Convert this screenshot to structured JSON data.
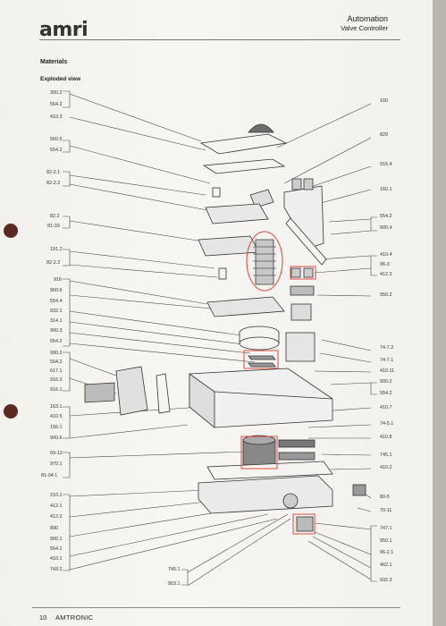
{
  "header": {
    "logo": "amri",
    "title": "Automation",
    "subtitle": "Valve Controller"
  },
  "section_title": "Materials",
  "subsection_title": "Exploded view",
  "footer": {
    "page_number": "10",
    "brand": "AMTRONIC"
  },
  "left_labels": [
    "300.2",
    "554.2",
    "410.3",
    "560.5",
    "554.2",
    "82-2.1",
    "82-2.2",
    "82.2",
    "81-33",
    "191.2",
    "82-2.2",
    "916",
    "900.6",
    "554.4",
    "932.1",
    "314.1",
    "900.3",
    "554.2",
    "990.2",
    "554.2",
    "617.1",
    "916.2",
    "916.1",
    "163.1",
    "410.5",
    "156.1",
    "900.6",
    "69-12",
    "970.1",
    "81-04.1",
    "210.1",
    "412.1",
    "412.2",
    "890",
    "900.1",
    "554.1",
    "410.1",
    "743.2"
  ],
  "right_labels": [
    "160",
    "829",
    "916.4",
    "160.1",
    "554.2",
    "900.4",
    "410.4",
    "96-3",
    "412.3",
    "950.2",
    "74-7.2",
    "74-7.1",
    "410.11",
    "900.2",
    "554.2",
    "410.7",
    "74-5.1",
    "410.8",
    "745.1",
    "410.2",
    "80-5",
    "70-11",
    "747.1",
    "950.1",
    "96-2.1",
    "462.1",
    "932.3"
  ],
  "bottom_labels": [
    "745.1",
    "903.1"
  ],
  "colors": {
    "paper": "#f4f3ef",
    "ink": "#222222",
    "highlight": "#e0483c",
    "hole": "#5a2a22"
  }
}
